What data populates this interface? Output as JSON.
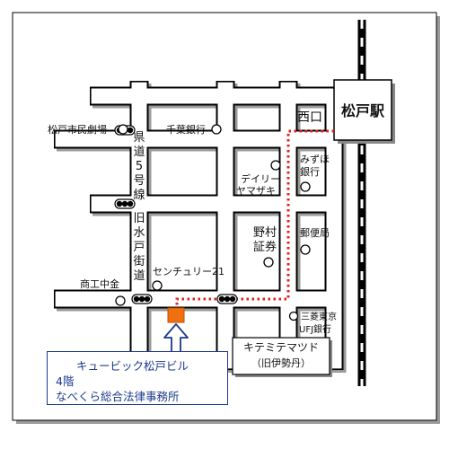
{
  "station": {
    "name": "松戸駅",
    "exit": "西口"
  },
  "roads": {
    "prefectural": [
      "県",
      "道",
      "5",
      "号",
      "線"
    ],
    "old_mito": [
      "旧",
      "水",
      "戸",
      "街",
      "道"
    ]
  },
  "landmarks": {
    "theater": "松戸市民劇場",
    "chiba_bank": "千葉銀行",
    "mizuho": [
      "みずほ",
      "銀行"
    ],
    "daily_yamazaki": [
      "デイリー",
      "ヤマザキ"
    ],
    "nomura": [
      "野村",
      "証券"
    ],
    "post_office": "郵便局",
    "shokochukin": "商工中金",
    "century21": "センチュリー21",
    "mufg": [
      "三菱東京",
      "UFJ銀行"
    ],
    "kitemite": [
      "キテミテマツド",
      "（旧伊勢丹）"
    ]
  },
  "callout": {
    "building": "キュービック松戸ビル",
    "floor": "4階",
    "office": "なべくら総合法律事務所"
  },
  "colors": {
    "route": "#e02020",
    "target": "#f07010",
    "callout_text": "#1a3a8c",
    "road": "#ffffff",
    "block": "#d9d9d9"
  }
}
